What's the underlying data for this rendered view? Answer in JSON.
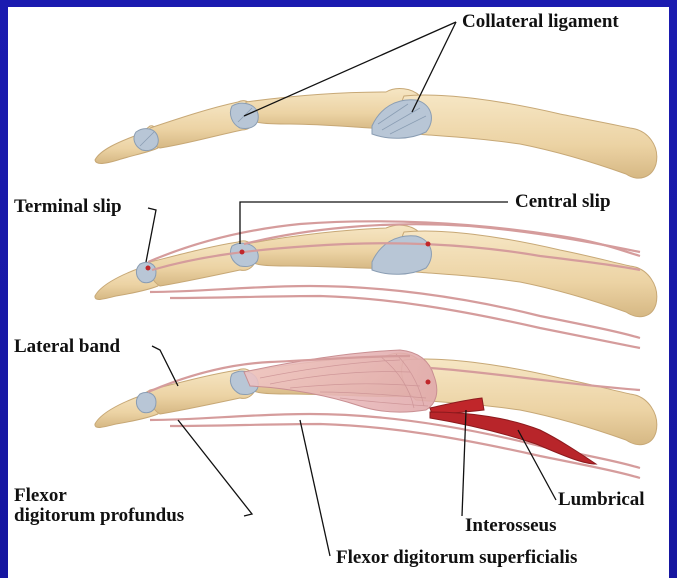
{
  "labels": {
    "collateral_ligament": "Collateral ligament",
    "terminal_slip": "Terminal slip",
    "central_slip": "Central slip",
    "lateral_band": "Lateral band",
    "flexor_profundus_line1": "Flexor",
    "flexor_profundus_line2": "digitorum profundus",
    "lumbrical": "Lumbrical",
    "interosseus": "Interosseus",
    "flexor_superficialis": "Flexor digitorum superficialis"
  },
  "colors": {
    "background_blue": "#1a1aa8",
    "bone": "#efd9b0",
    "bone_shadow": "#d9bf8e",
    "ligament": "#b9c7d6",
    "tendon": "#d9a6a6",
    "hood": "#e8b9b9",
    "muscle": "#c0262a",
    "leader_line": "#111111"
  }
}
